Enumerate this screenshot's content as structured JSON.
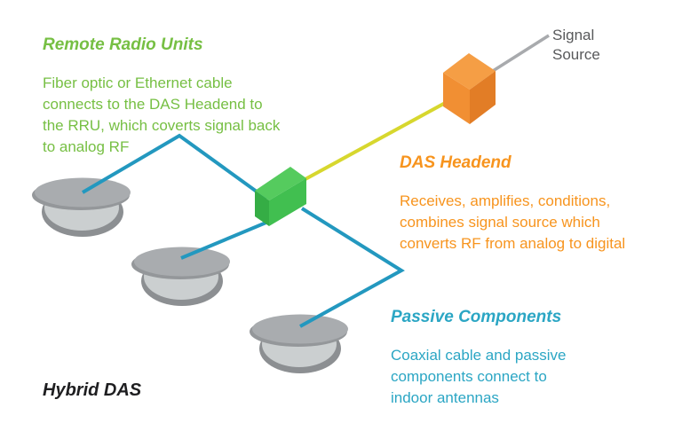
{
  "diagram": {
    "label": "Hybrid DAS",
    "signal_source_label": "Signal\nSource"
  },
  "annotations": {
    "rru": {
      "title": "Remote Radio Units",
      "body": "Fiber optic or Ethernet cable\nconnects to the DAS Headend to\nthe RRU, which coverts signal back\nto analog RF"
    },
    "headend": {
      "title": "DAS Headend",
      "body": "Receives, amplifies, conditions,\ncombines signal source which\nconverts RF from analog to digital"
    },
    "passive": {
      "title": "Passive Components",
      "body": "Coaxial cable and passive\ncomponents connect to\nindoor antennas"
    }
  },
  "colors": {
    "rru_green": "#76bf43",
    "headend_orange": "#f7941e",
    "passive_teal": "#2ba6c4",
    "coax_line": "#2398bf",
    "fiber_line": "#d7d72e",
    "signal_line": "#a8aaad",
    "signal_text": "#58595b",
    "label_dark": "#1e1e20",
    "box_green_top": "#55cb5e",
    "box_green_left": "#35ad45",
    "box_green_front": "#41bf50",
    "box_orange_top": "#f59e45",
    "box_orange_left": "#f18f33",
    "box_orange_right": "#e27d26",
    "antenna_disc": "#a9acaf",
    "antenna_disc_rim": "#94979a",
    "antenna_dome": "#cbcfd0",
    "antenna_dome_shadow": "#8c8f92"
  }
}
